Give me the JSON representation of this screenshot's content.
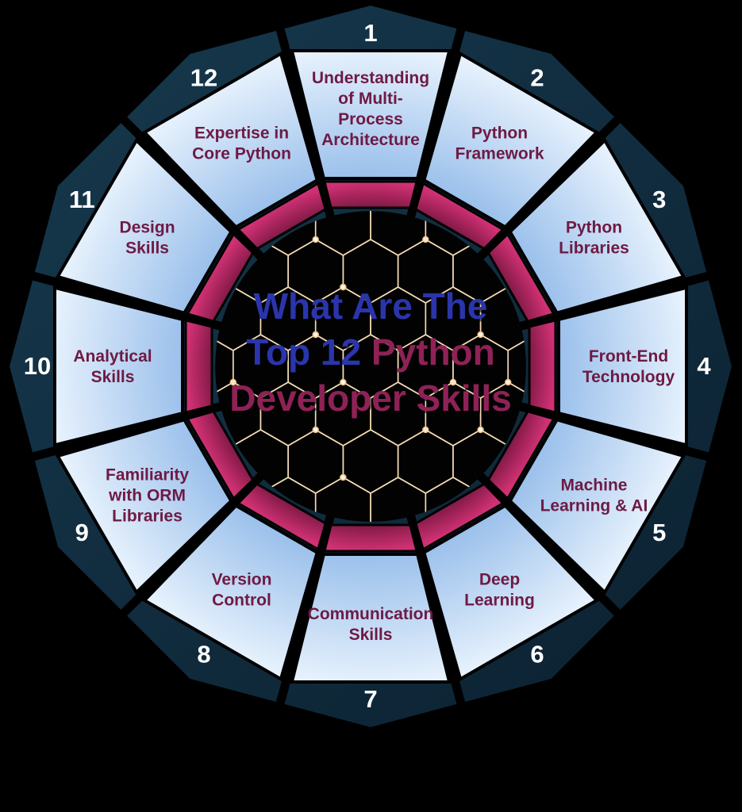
{
  "title": {
    "lines": [
      {
        "parts": [
          {
            "text": "What Are The",
            "color": "blue"
          }
        ]
      },
      {
        "parts": [
          {
            "text": "Top 12 ",
            "color": "blue"
          },
          {
            "text": "Python",
            "color": "maroon"
          }
        ]
      },
      {
        "parts": [
          {
            "text": "Developer Skills",
            "color": "maroon"
          }
        ]
      }
    ],
    "blue": "#2c35ac",
    "maroon": "#8e2156"
  },
  "segments": [
    {
      "number": "1",
      "label": "Understanding of Multi-Process Architecture",
      "label_lines": [
        "Understanding",
        "of Multi-",
        "Process",
        "Architecture"
      ]
    },
    {
      "number": "2",
      "label": "Python Framework",
      "label_lines": [
        "Python",
        "Framework"
      ]
    },
    {
      "number": "3",
      "label": "Python Libraries",
      "label_lines": [
        "Python",
        "Libraries"
      ]
    },
    {
      "number": "4",
      "label": "Front-End Technology",
      "label_lines": [
        "Front-End",
        "Technology"
      ]
    },
    {
      "number": "5",
      "label": "Machine Learning & AI",
      "label_lines": [
        "Machine",
        "Learning & AI"
      ]
    },
    {
      "number": "6",
      "label": "Deep Learning",
      "label_lines": [
        "Deep",
        "Learning"
      ]
    },
    {
      "number": "7",
      "label": "Communication Skills",
      "label_lines": [
        "Communication",
        "Skills"
      ]
    },
    {
      "number": "8",
      "label": "Version Control",
      "label_lines": [
        "Version",
        "Control"
      ]
    },
    {
      "number": "9",
      "label": "Familiarity with ORM Libraries",
      "label_lines": [
        "Familiarity",
        "with ORM",
        "Libraries"
      ]
    },
    {
      "number": "10",
      "label": "Analytical Skills",
      "label_lines": [
        "Analytical",
        "Skills"
      ]
    },
    {
      "number": "11",
      "label": "Design Skills",
      "label_lines": [
        "Design",
        "Skills"
      ]
    },
    {
      "number": "12",
      "label": "Expertise in Core Python",
      "label_lines": [
        "Expertise in",
        "Core Python"
      ]
    }
  ],
  "colors": {
    "background": "#000000",
    "dodecagon_light": "#17394e",
    "dodecagon_dark": "#0a1f2e",
    "wedge_light": "#ecf5fe",
    "wedge_dark": "#96bdea",
    "ring_outer": "#d03173",
    "ring_inner": "#5e0f32",
    "label": "#6e1a44",
    "number": "#ffffff",
    "hex_line": "#f6dcb4",
    "hex_dot_fill": "#fff6e6",
    "hex_dot_stroke": "#e9bd80"
  }
}
